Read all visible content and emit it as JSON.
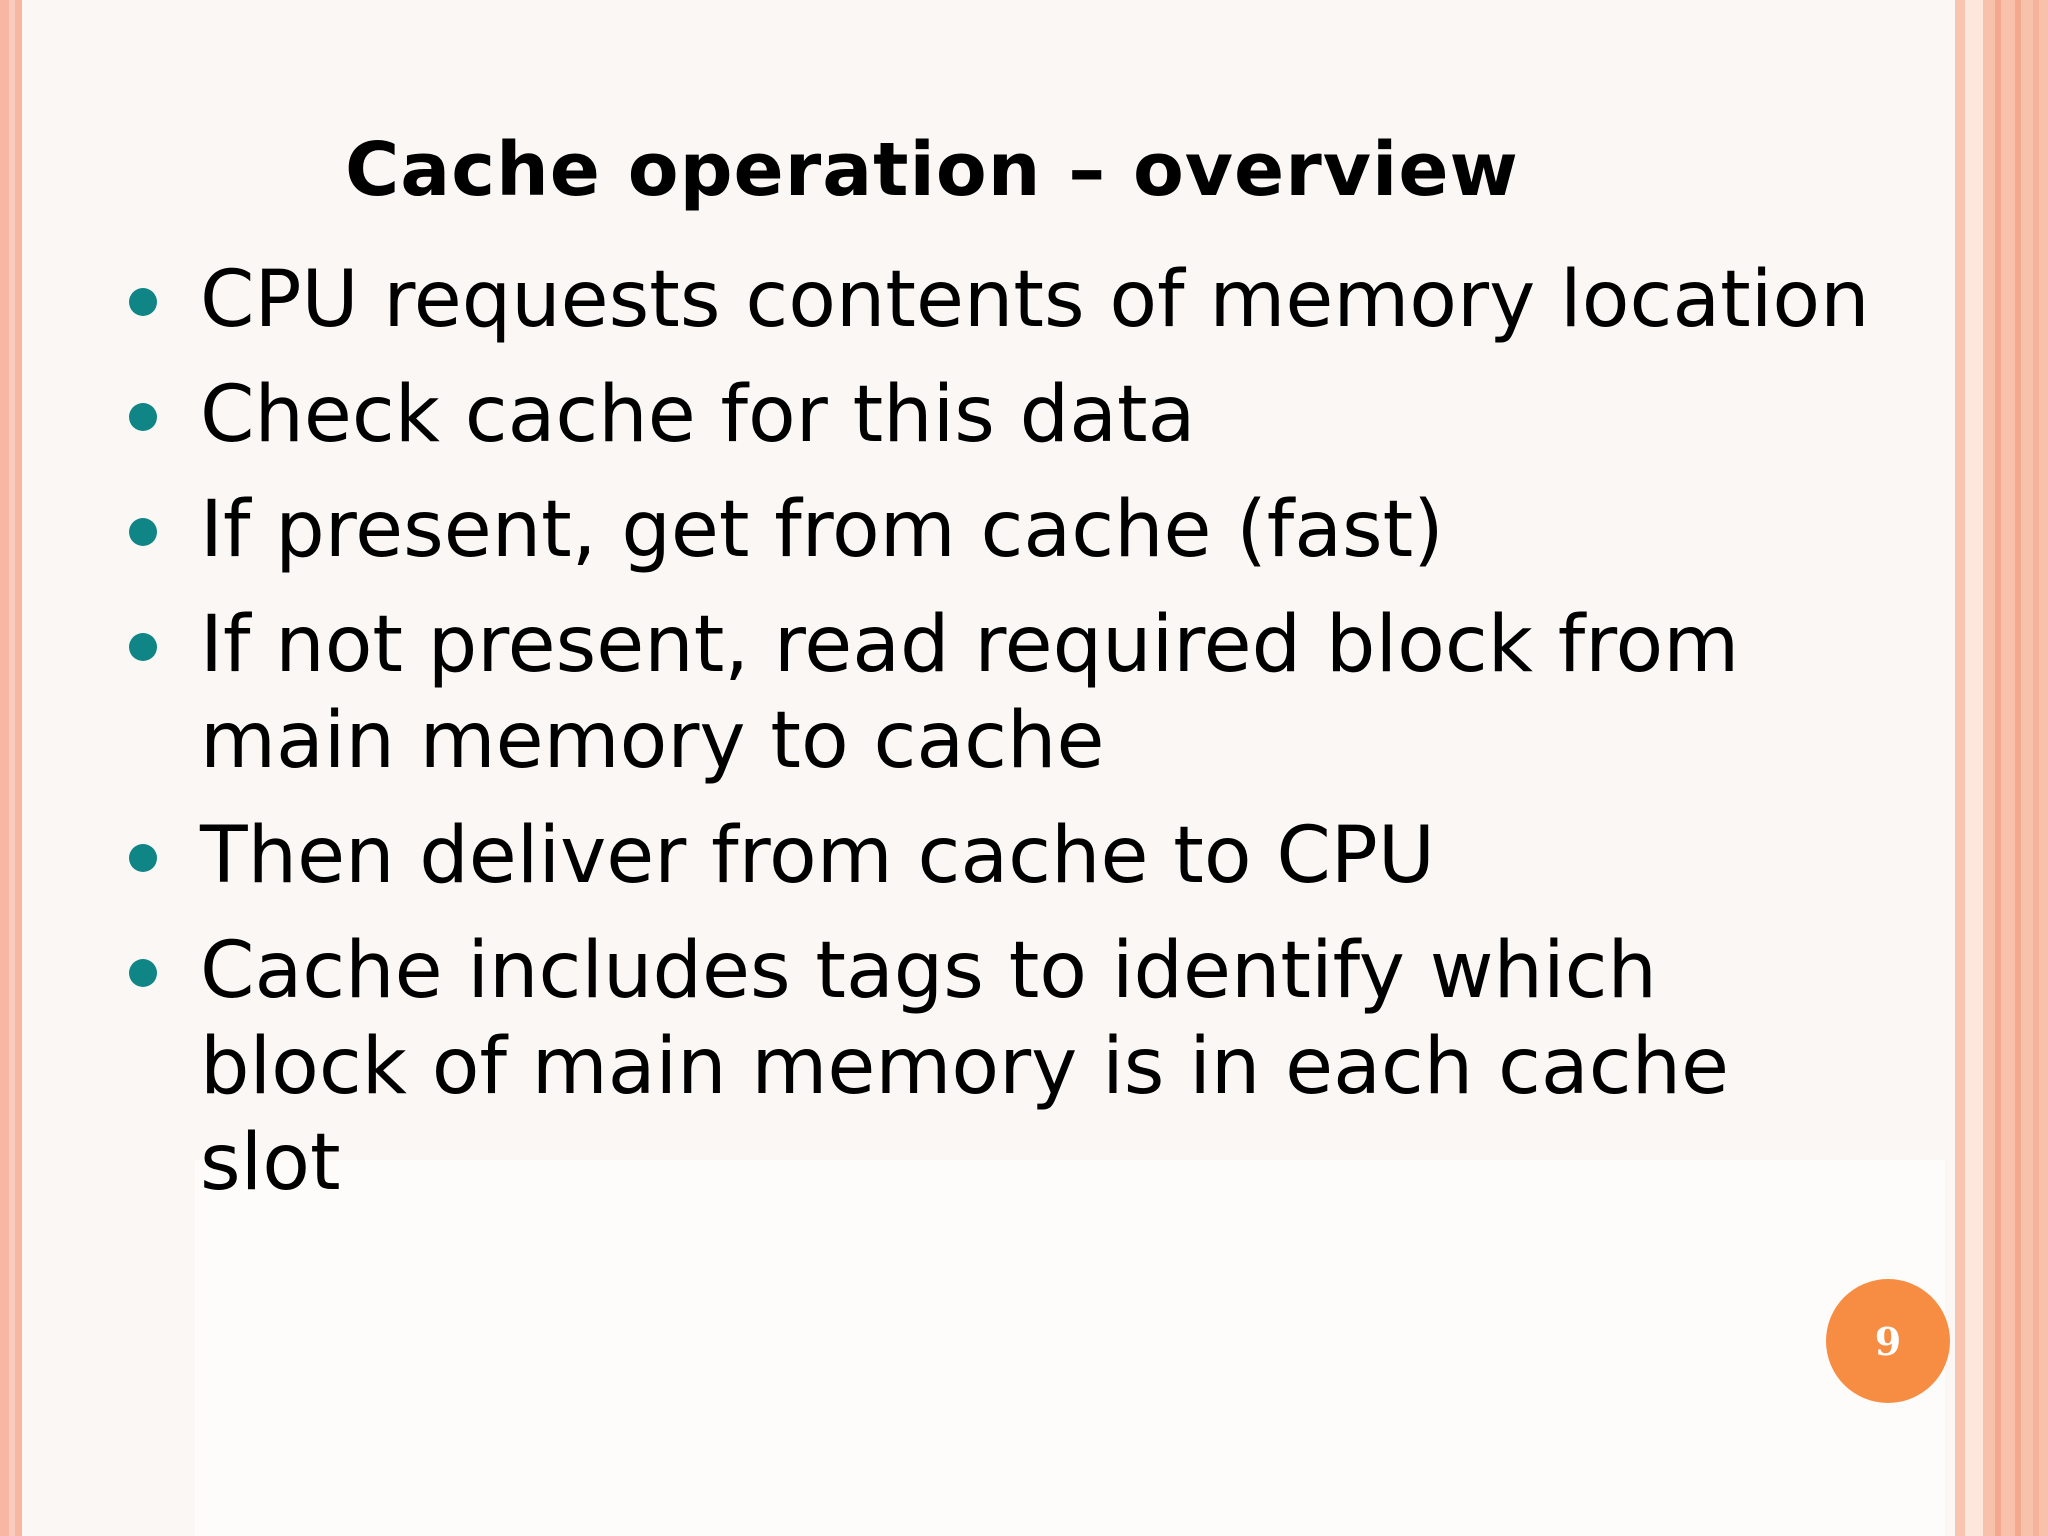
{
  "slide": {
    "title": "Cache operation – overview",
    "bullets": [
      "CPU requests contents of memory location",
      "Check cache for this data",
      "If present, get from cache (fast)",
      "If not present, read required block from main memory to cache",
      "Then deliver from cache to CPU",
      "Cache includes tags to identify which block of main memory is in each cache slot"
    ],
    "page_number": "9"
  },
  "colors": {
    "bullet": "#0f8585",
    "page_badge": "#f78d43",
    "border": "#f7b7a3"
  }
}
